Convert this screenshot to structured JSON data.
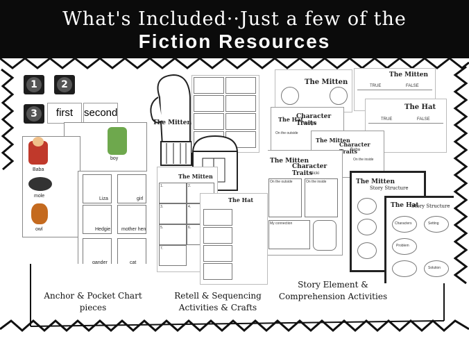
{
  "header": {
    "line1": "What's Included··Just a few of the",
    "line2": "Fiction Resources"
  },
  "colors": {
    "header_bg": "#0b0b0b",
    "border": "#111111",
    "background": "#ffffff"
  },
  "anchor": {
    "numbers": [
      "1",
      "2",
      "3"
    ],
    "words": [
      "first",
      "second"
    ],
    "pic_labels": [
      "Baba",
      "boy",
      "mole",
      "owl",
      "Liza",
      "girl",
      "Hedgie",
      "mother hen",
      "gander",
      "cat"
    ]
  },
  "worksheets": {
    "mitten": "The Mitten",
    "hat": "The Hat",
    "character_traits": "Character Traits",
    "traits_names": [
      "Hedgie",
      "Baba",
      "Nicki"
    ],
    "on_outside": "On the outside",
    "on_inside": "On the inside",
    "my_connection": "My connection",
    "true_label": "TRUE",
    "false_label": "FALSE",
    "story_structure": "Story Structure",
    "ss_items": [
      "Characters",
      "Setting",
      "Problem",
      "Solution"
    ],
    "seq_numbers": [
      "1.",
      "2.",
      "3.",
      "4.",
      "5.",
      "6.",
      "7."
    ]
  },
  "captions": {
    "anchor": [
      "Anchor & Pocket Chart",
      "pieces"
    ],
    "retell": [
      "Retell & Sequencing",
      "Activities & Crafts"
    ],
    "story": [
      "Story Element &",
      "Comprehension Activities"
    ]
  }
}
